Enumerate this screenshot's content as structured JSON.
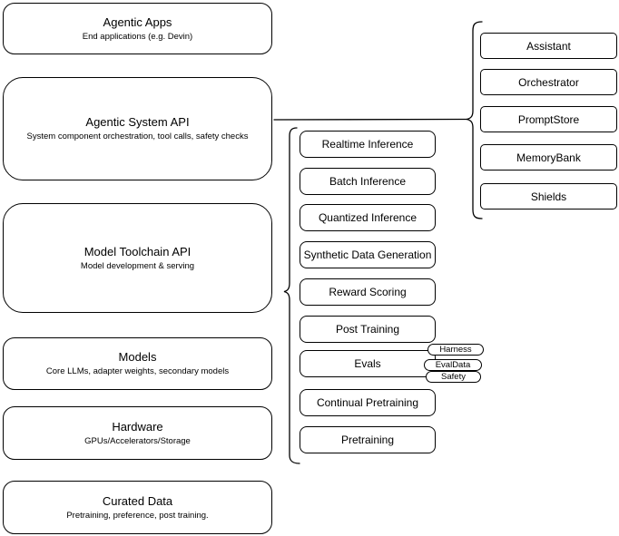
{
  "diagram": {
    "left_stack": [
      {
        "title": "Agentic Apps",
        "subtitle": "End applications (e.g. Devin)"
      },
      {
        "title": "Agentic System API",
        "subtitle": "System component orchestration, tool calls, safety checks"
      },
      {
        "title": "Model Toolchain API",
        "subtitle": "Model development & serving"
      },
      {
        "title": "Models",
        "subtitle": "Core LLMs, adapter weights, secondary models"
      },
      {
        "title": "Hardware",
        "subtitle": "GPUs/Accelerators/Storage"
      },
      {
        "title": "Curated Data",
        "subtitle": "Pretraining, preference, post training."
      }
    ],
    "toolchain_components": [
      "Realtime Inference",
      "Batch Inference",
      "Quantized Inference",
      "Synthetic Data Generation",
      "Reward Scoring",
      "Post Training",
      "Evals",
      "Continual Pretraining",
      "Pretraining"
    ],
    "eval_tags": [
      "Harness",
      "EvalData",
      "Safety"
    ],
    "system_components": [
      "Assistant",
      "Orchestrator",
      "PromptStore",
      "MemoryBank",
      "Shields"
    ],
    "colors": {
      "stroke": "#000000",
      "fill": "#ffffff",
      "text": "#000000"
    }
  }
}
